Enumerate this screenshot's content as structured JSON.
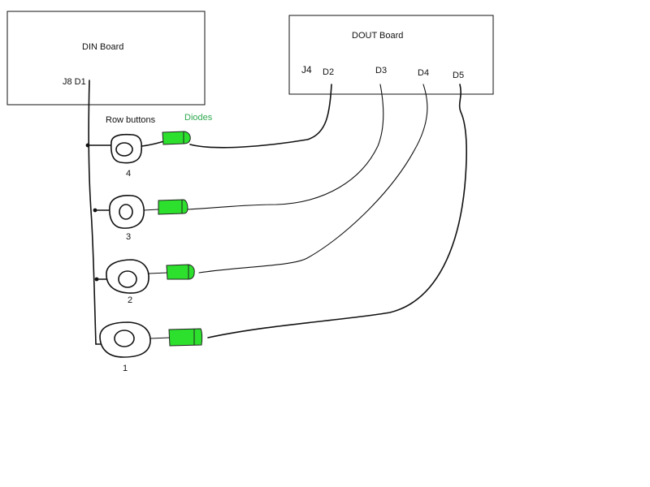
{
  "din_board": {
    "title": "DIN Board",
    "connector": "J8 D1"
  },
  "dout_board": {
    "title": "DOUT Board",
    "connector": "J4",
    "pins": [
      "D2",
      "D3",
      "D4",
      "D5"
    ]
  },
  "labels": {
    "row_buttons": "Row buttons",
    "diodes": "Diodes"
  },
  "buttons": [
    {
      "number": "4"
    },
    {
      "number": "3"
    },
    {
      "number": "2"
    },
    {
      "number": "1"
    }
  ],
  "colors": {
    "diode": "#2ee02e",
    "wire": "#111111",
    "diodes_label": "#2fa84f"
  }
}
